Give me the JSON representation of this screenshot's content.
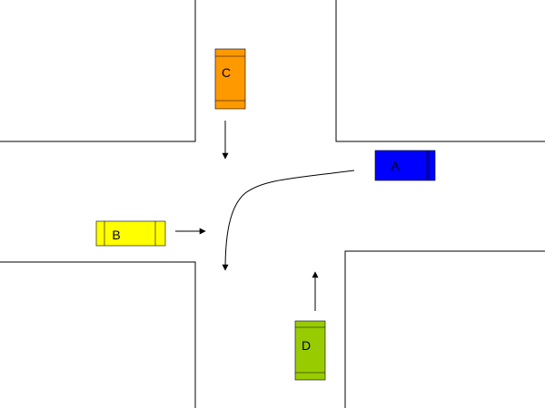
{
  "diagram": {
    "type": "intersection-traffic",
    "background": "#ffffff",
    "road_edge_color": "#000000",
    "arrow_color": "#000000",
    "vehicles": [
      {
        "id": "A",
        "label": "A",
        "color": "#0000ff",
        "orientation": "horizontal",
        "maneuver": "left turn"
      },
      {
        "id": "B",
        "label": "B",
        "color": "#ffff00",
        "orientation": "horizontal",
        "maneuver": "straight"
      },
      {
        "id": "C",
        "label": "C",
        "color": "#ff9900",
        "orientation": "vertical",
        "maneuver": "straight"
      },
      {
        "id": "D",
        "label": "D",
        "color": "#99cc00",
        "orientation": "vertical",
        "maneuver": "straight"
      }
    ]
  }
}
